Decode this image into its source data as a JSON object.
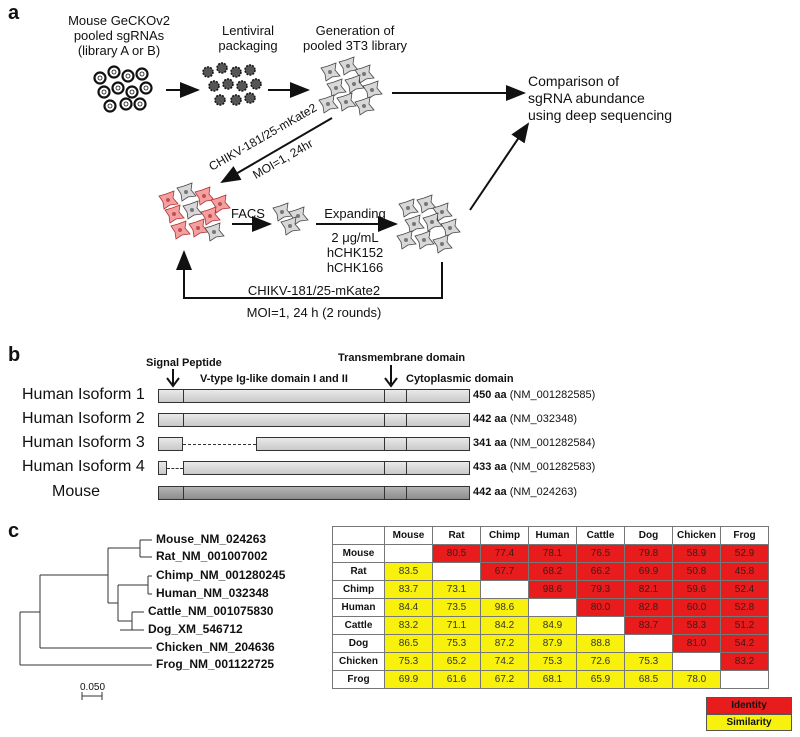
{
  "panel_a": {
    "label": "a",
    "library": "Mouse GeCKOv2\npooled sgRNAs\n(library A or B)",
    "packaging": "Lentiviral\npackaging",
    "generation": "Generation of\npooled 3T3 library",
    "comparison": "Comparison of\nsgRNA abundance\nusing deep sequencing",
    "infection_virus": "CHIKV-181/25-mKate2",
    "infection_moi": "MOI=1, 24hr",
    "facs": "FACS",
    "expanding": "Expanding",
    "drugs": "2 μg/mL\nhCHK152\nhCHK166",
    "loop_virus": "CHIKV-181/25-mKate2",
    "loop_moi": "MOI=1, 24 h (2 rounds)"
  },
  "panel_b": {
    "label": "b",
    "signal_peptide": "Signal Peptide",
    "transmembrane": "Transmembrane domain",
    "ig_domain": "V-type Ig-like domain I  and II",
    "cytoplasmic": "Cytoplasmic domain",
    "isoforms": [
      {
        "name": "Human Isoform 1",
        "aa": "450 aa",
        "acc": "(NM_001282585)"
      },
      {
        "name": "Human Isoform 2",
        "aa": "442 aa",
        "acc": "(NM_032348)"
      },
      {
        "name": "Human Isoform 3",
        "aa": "341 aa",
        "acc": "(NM_001282584)"
      },
      {
        "name": "Human Isoform 4",
        "aa": "433 aa",
        "acc": "(NM_001282583)"
      },
      {
        "name": "Mouse",
        "aa": "442 aa",
        "acc": "(NM_024263)"
      }
    ]
  },
  "panel_c": {
    "label": "c",
    "tree_leaves": [
      "Mouse_NM_024263",
      "Rat_NM_001007002",
      "Chimp_NM_001280245",
      "Human_NM_032348",
      "Cattle_NM_001075830",
      "Dog_XM_546712",
      "Chicken_NM_204636",
      "Frog_NM_001122725"
    ],
    "scale": "0.050",
    "species": [
      "Mouse",
      "Rat",
      "Chimp",
      "Human",
      "Cattle",
      "Dog",
      "Chicken",
      "Frog"
    ],
    "matrix": [
      [
        "",
        "80.5",
        "77.4",
        "78.1",
        "76.5",
        "79.8",
        "58.9",
        "52.9"
      ],
      [
        "83.5",
        "",
        "67.7",
        "68.2",
        "66.2",
        "69.9",
        "50.8",
        "45.8"
      ],
      [
        "83.7",
        "73.1",
        "",
        "98.6",
        "79.3",
        "82.1",
        "59.6",
        "52.4"
      ],
      [
        "84.4",
        "73.5",
        "98.6",
        "",
        "80.0",
        "82.8",
        "60.0",
        "52.8"
      ],
      [
        "83.2",
        "71.1",
        "84.2",
        "84.9",
        "",
        "83.7",
        "58.3",
        "51.2"
      ],
      [
        "86.5",
        "75.3",
        "87.2",
        "87.9",
        "88.8",
        "",
        "81.0",
        "54.2"
      ],
      [
        "75.3",
        "65.2",
        "74.2",
        "75.3",
        "72.6",
        "75.3",
        "",
        "83.2"
      ],
      [
        "69.9",
        "61.6",
        "67.2",
        "68.1",
        "65.9",
        "68.5",
        "78.0",
        ""
      ]
    ],
    "legend_identity": "Identity",
    "legend_similarity": "Similarity",
    "colors": {
      "identity": "#e81c1c",
      "similarity": "#f7f10d"
    }
  }
}
